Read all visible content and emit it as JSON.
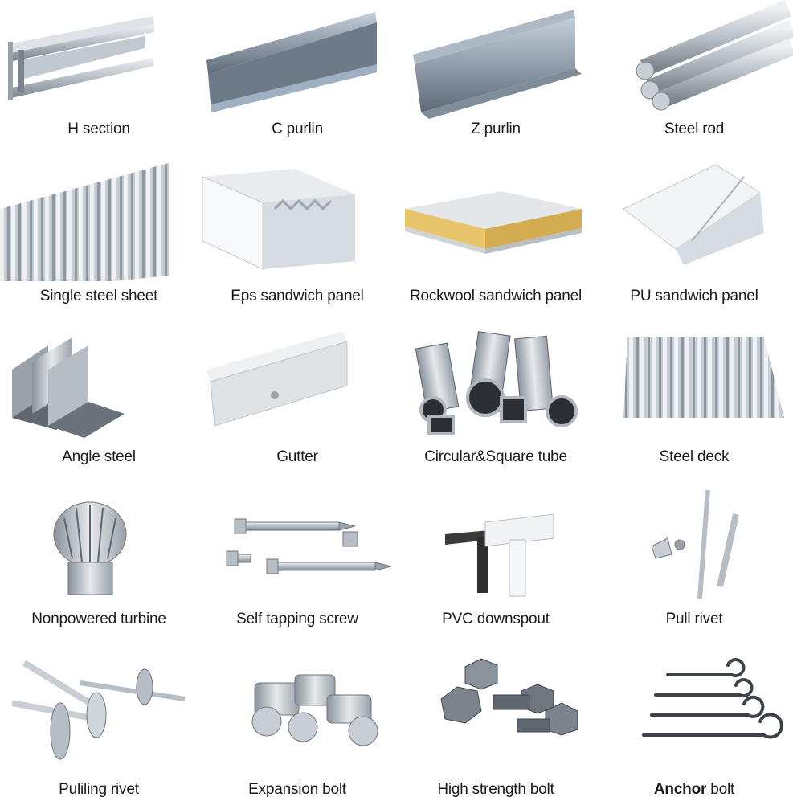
{
  "items": [
    {
      "label": "H section",
      "icon": "h-beam-icon"
    },
    {
      "label": "C purlin",
      "icon": "c-purlin-icon"
    },
    {
      "label": "Z purlin",
      "icon": "z-purlin-icon"
    },
    {
      "label": "Steel rod",
      "icon": "steel-rod-icon"
    },
    {
      "label": "Single steel sheet",
      "icon": "corrugated-sheet-icon"
    },
    {
      "label": "Eps sandwich panel",
      "icon": "eps-panel-icon"
    },
    {
      "label": "Rockwool sandwich panel",
      "icon": "rockwool-panel-icon"
    },
    {
      "label": "PU sandwich panel",
      "icon": "pu-panel-icon"
    },
    {
      "label": "Angle steel",
      "icon": "angle-steel-icon"
    },
    {
      "label": "Gutter",
      "icon": "gutter-icon"
    },
    {
      "label": "Circular&Square tube",
      "icon": "tube-icon"
    },
    {
      "label": "Steel deck",
      "icon": "steel-deck-icon"
    },
    {
      "label": "Nonpowered turbine",
      "icon": "turbine-icon"
    },
    {
      "label": "Self tapping screw",
      "icon": "screw-icon"
    },
    {
      "label": "PVC downspout",
      "icon": "downspout-icon"
    },
    {
      "label": "Pull rivet",
      "icon": "pull-rivet-icon"
    },
    {
      "label": "Puliling rivet",
      "icon": "rivet-icon"
    },
    {
      "label": "Expansion bolt",
      "icon": "expansion-bolt-icon"
    },
    {
      "label": "High strength bolt",
      "icon": "hex-bolt-icon"
    },
    {
      "label": "Anchor bolt",
      "icon": "anchor-bolt-icon",
      "bold_part": "Anchor",
      "rest": " bolt"
    }
  ],
  "colors": {
    "steel_light": "#d6dadf",
    "steel_mid": "#a9b0b8",
    "steel_dark": "#6f7780",
    "rockwool": "#e8c46a",
    "pvc": "#3a3a3a"
  }
}
